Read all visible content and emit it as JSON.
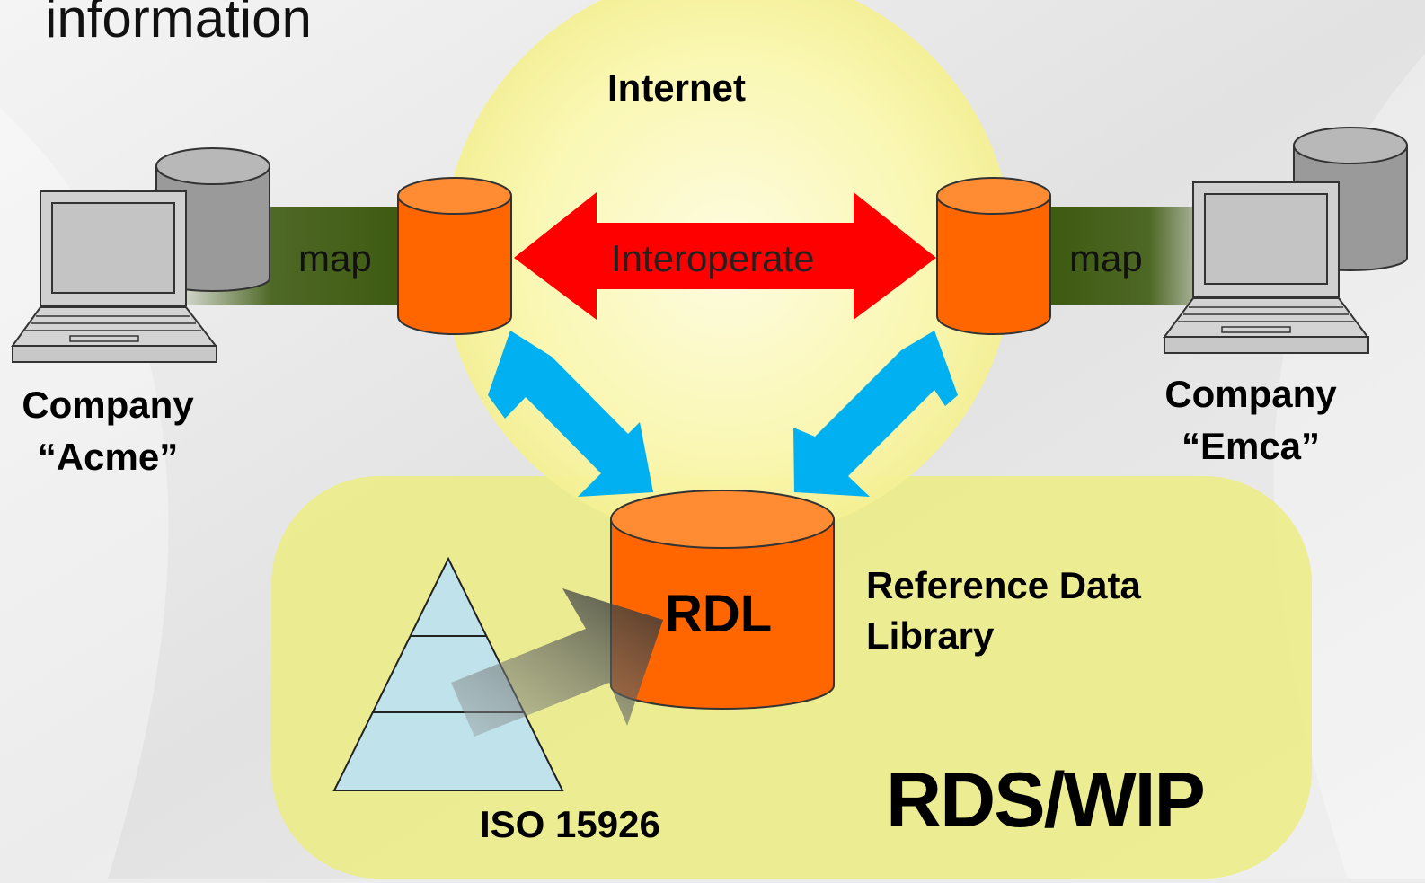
{
  "slide": {
    "heading_fragment": "information"
  },
  "diagram": {
    "cloud_label": "Internet",
    "interoperate_label": "Interoperate",
    "left_map_label": "map",
    "right_map_label": "map",
    "company_left": {
      "line1": "Company",
      "line2": "“Acme”"
    },
    "company_right": {
      "line1": "Company",
      "line2": "“Emca”"
    },
    "rdl_label": "RDL",
    "rdl_caption": {
      "line1": "Reference Data",
      "line2": "Library"
    },
    "iso_label": "ISO 15926",
    "rds_label": "RDS/WIP"
  },
  "colors": {
    "cloud": "#f9f6a0",
    "platform": "#ecec83",
    "orange": "#ff6600",
    "orange_top": "#ff8c33",
    "red_arrow": "#ff0000",
    "blue_arrow": "#00b0f0",
    "pyramid": "#bfe0e8",
    "map_band": "#3d5a10",
    "gray_db": "#9a9a9a"
  }
}
